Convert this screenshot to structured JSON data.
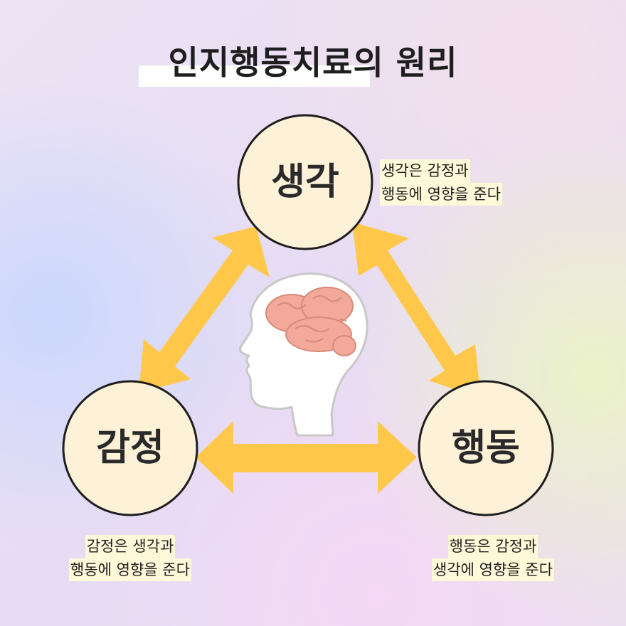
{
  "title": "인지행동치료의 원리",
  "nodes": {
    "thought": {
      "label": "생각",
      "caption": [
        "생각은 감정과",
        "행동에 영향을 준다"
      ]
    },
    "emotion": {
      "label": "감정",
      "caption": [
        "감정은 생각과",
        "행동에 영향을 준다"
      ]
    },
    "behavior": {
      "label": "행동",
      "caption": [
        "행동은 감정과",
        "생각에 영향을 준다"
      ]
    }
  },
  "colors": {
    "circle_fill": "#fdf1d8",
    "circle_stroke": "#1e1e1e",
    "arrow": "#ffc84a",
    "brain": "#f2a999",
    "head_outline": "#c8c8c8"
  }
}
